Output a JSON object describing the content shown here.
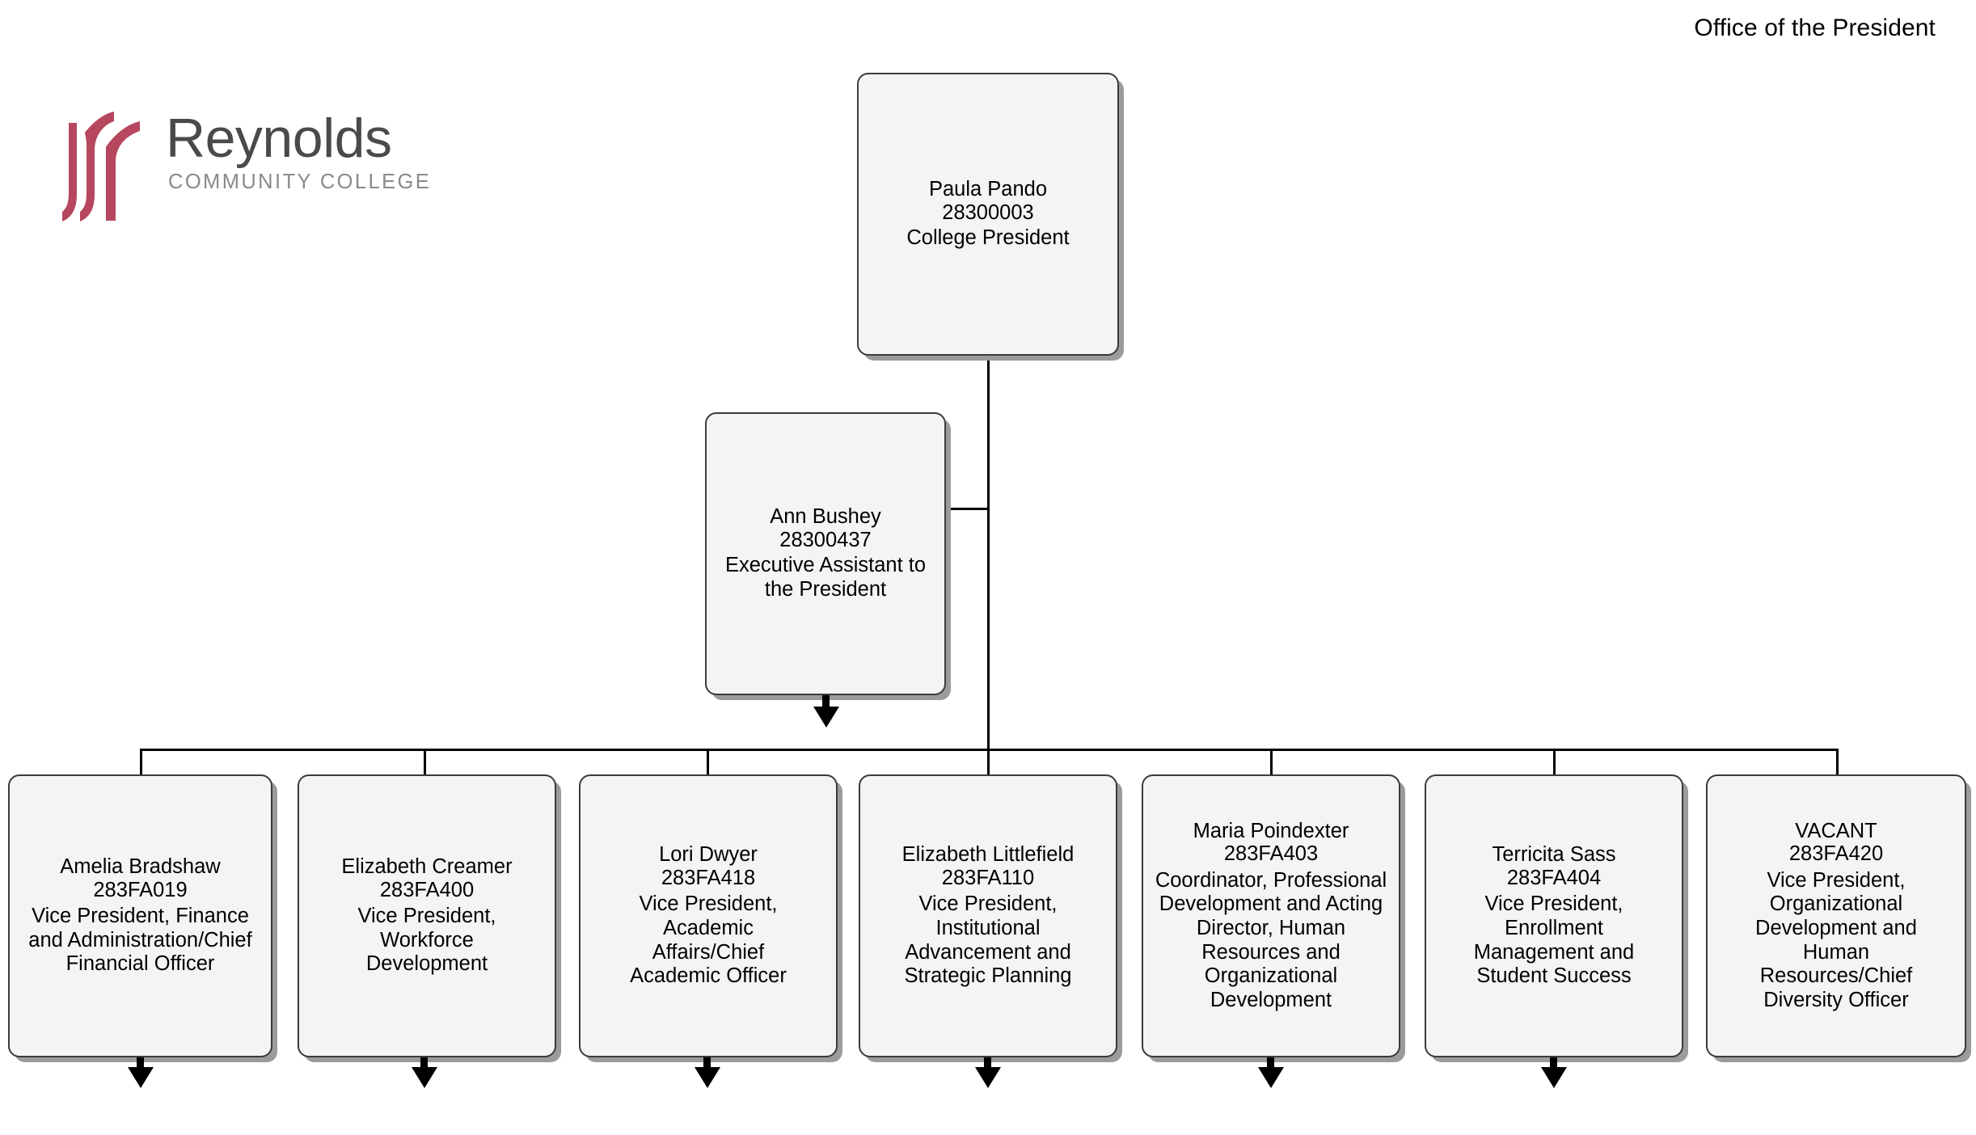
{
  "page": {
    "title": "Office of the President",
    "background_color": "#ffffff"
  },
  "logo": {
    "name": "Reynolds",
    "subtitle": "COMMUNITY COLLEGE",
    "mark_color": "#b6475e",
    "name_color": "#4a4a4a",
    "subtitle_color": "#8a8a8a"
  },
  "chart_style": {
    "box_fill": "#f4f4f4",
    "box_border": "#3b3b3b",
    "box_shadow": "#9b9b9b",
    "connector_color": "#000000"
  },
  "nodes": {
    "president": {
      "name": "Paula Pando",
      "id": "28300003",
      "title": "College President"
    },
    "assistant": {
      "name": "Ann Bushey",
      "id": "28300437",
      "title": "Executive Assistant to the President"
    },
    "direct_reports": [
      {
        "name": "Amelia Bradshaw",
        "id": "283FA019",
        "title": "Vice President, Finance and Administration/Chief Financial Officer",
        "has_down_arrow": true
      },
      {
        "name": "Elizabeth Creamer",
        "id": "283FA400",
        "title": "Vice President, Workforce Development",
        "has_down_arrow": true
      },
      {
        "name": "Lori Dwyer",
        "id": "283FA418",
        "title": "Vice President, Academic Affairs/Chief Academic Officer",
        "has_down_arrow": true
      },
      {
        "name": "Elizabeth Littlefield",
        "id": "283FA110",
        "title": "Vice President, Institutional Advancement and Strategic Planning",
        "has_down_arrow": true
      },
      {
        "name": "Maria Poindexter",
        "id": "283FA403",
        "title": "Coordinator, Professional Development and Acting Director, Human Resources and Organizational Development",
        "has_down_arrow": true
      },
      {
        "name": "Terricita Sass",
        "id": "283FA404",
        "title": "Vice President, Enrollment Management and Student Success",
        "has_down_arrow": true
      },
      {
        "name": "VACANT",
        "id": "283FA420",
        "title": "Vice President, Organizational Development and Human Resources/Chief Diversity Officer",
        "has_down_arrow": false
      }
    ]
  }
}
